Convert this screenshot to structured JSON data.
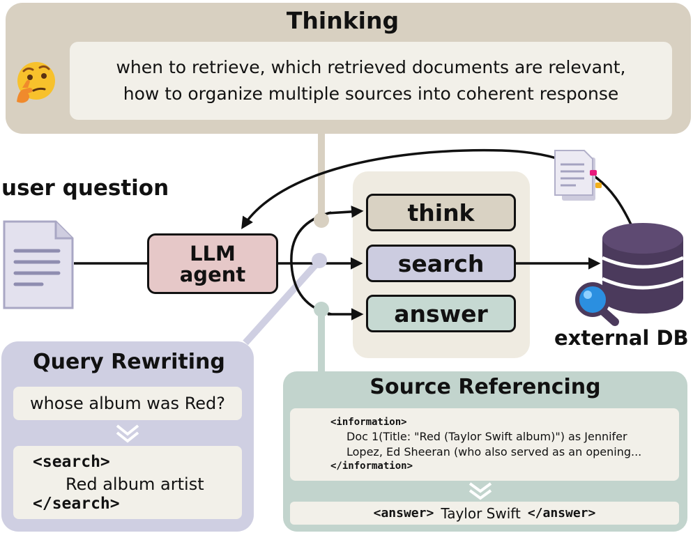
{
  "thinking": {
    "title": "Thinking",
    "line1": "when to retrieve, which retrieved documents are relevant,",
    "line2": "how to organize multiple sources into coherent response"
  },
  "user_question_label": "user question",
  "agent": {
    "line1": "LLM",
    "line2": "agent"
  },
  "actions": {
    "think": "think",
    "search": "search",
    "answer": "answer"
  },
  "external_db_label": "external DB",
  "query_rewriting": {
    "title": "Query Rewriting",
    "question": "whose album was Red?",
    "search_open": "<search>",
    "search_text": "Red album artist",
    "search_close": "</search>"
  },
  "source_referencing": {
    "title": "Source Referencing",
    "info_open": "<information>",
    "info_line1": "Doc 1(Title: \"Red (Taylor Swift album)\") as Jennifer",
    "info_line2": "Lopez, Ed Sheeran  (who also served as an opening...",
    "info_close": "</information>",
    "answer_open": "<answer>",
    "answer_text": "Taylor Swift",
    "answer_close": "</answer>"
  },
  "colors": {
    "thinking": "#d8d0c1",
    "agent": "#e6c8c8",
    "think": "#d9d2c3",
    "search": "#cccce0",
    "answer": "#c6d9d2",
    "database": "#4b3a5c",
    "magnifier": "#2b8fe0"
  }
}
